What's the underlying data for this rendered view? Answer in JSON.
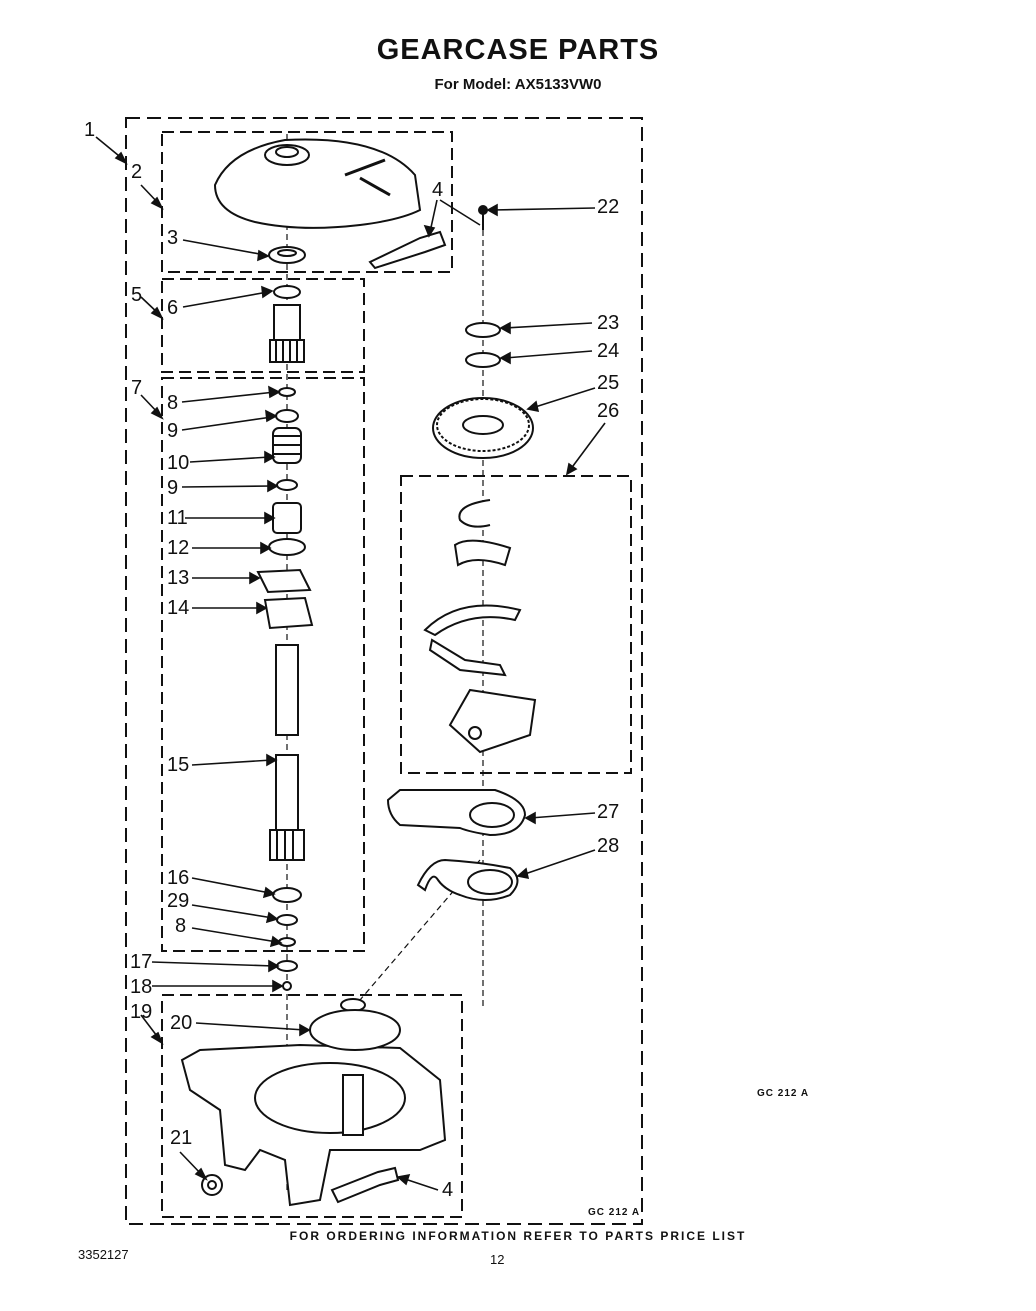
{
  "header": {
    "title": "GEARCASE PARTS",
    "model": "For Model: AX5133VW0"
  },
  "callouts": [
    "1",
    "2",
    "3",
    "4",
    "5",
    "6",
    "7",
    "8",
    "9",
    "10",
    "9",
    "11",
    "12",
    "13",
    "14",
    "15",
    "16",
    "29",
    "8",
    "17",
    "18",
    "19",
    "20",
    "21",
    "4",
    "22",
    "23",
    "24",
    "25",
    "26",
    "27",
    "28"
  ],
  "diagram_codes": {
    "side": "GC 212 A",
    "inner": "GC 212 A"
  },
  "footer": {
    "ordering": "FOR ORDERING INFORMATION REFER TO PARTS PRICE LIST",
    "doc_number": "3352127",
    "page_number": "12"
  }
}
